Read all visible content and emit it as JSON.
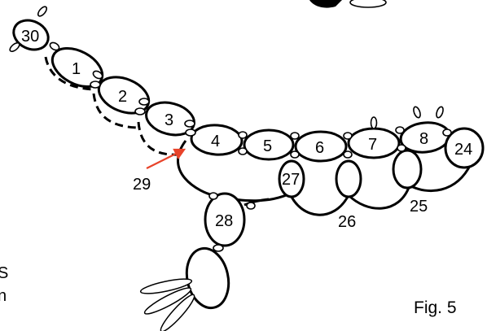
{
  "figure": {
    "caption": "Fig. 5",
    "side_text": [
      "S",
      "n"
    ],
    "arrow_color": "#e8432a",
    "stroke_color": "#000000",
    "labels": {
      "r30": "30",
      "r1": "1",
      "r2": "2",
      "r3": "3",
      "r4": "4",
      "r5": "5",
      "r6": "6",
      "r7": "7",
      "r8": "8",
      "r24": "24",
      "r27": "27",
      "r28": "28",
      "r26": "26",
      "r25": "25",
      "r29": "29"
    }
  }
}
